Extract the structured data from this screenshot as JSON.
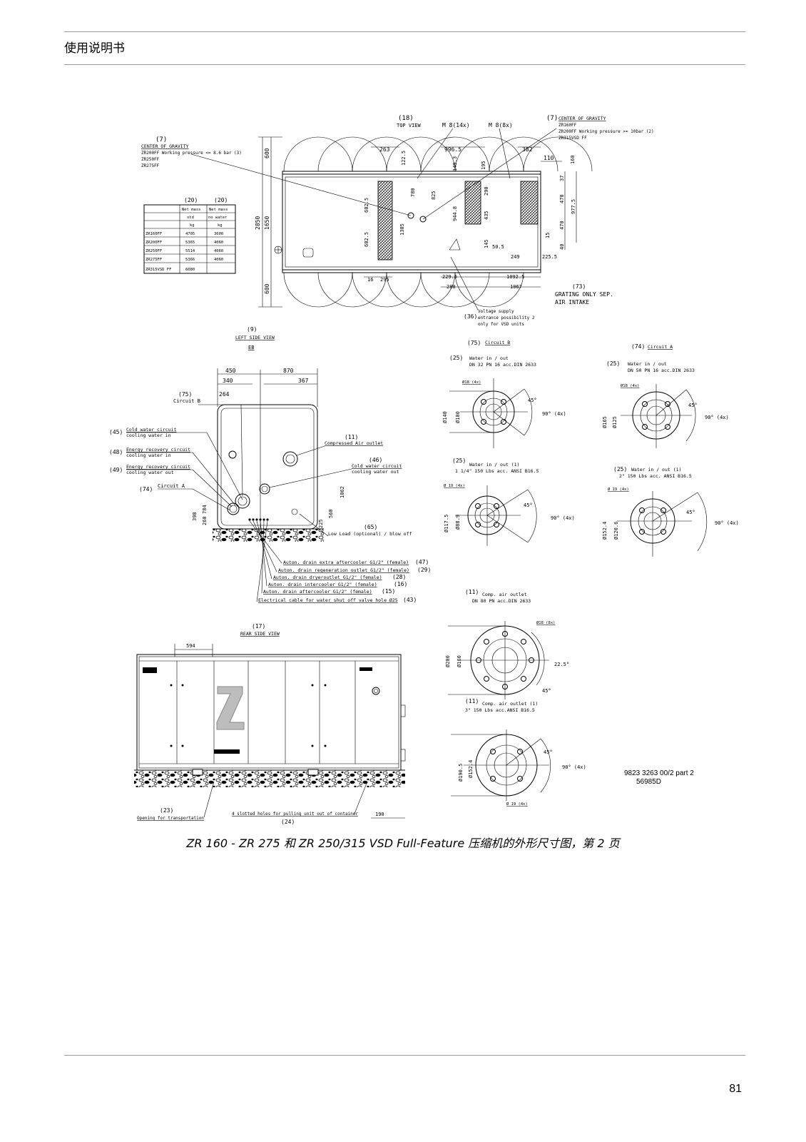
{
  "header": {
    "title": "使用说明书"
  },
  "footer": {
    "page_number": "81"
  },
  "figure": {
    "caption": "ZR 160 - ZR 275 和 ZR 250/315 VSD Full-Feature 压缩机的外形尺寸图，第 2 页",
    "doc_ref": "9823 3263 00/2 part 2",
    "doc_ref2": "56985D",
    "top_view": {
      "title_num": "(18)",
      "title": "TOP VIEW",
      "bolt_label_1": "M 8(14x)",
      "bolt_label_2": "M 8(8x)",
      "cog_left_num": "(7)",
      "cog_left_title": "CENTER OF GRAVITY",
      "cog_left_lines": [
        "ZR200FF Working pressure <= 8.6 bar (3)",
        "ZR250FF",
        "ZR275FF"
      ],
      "cog_right_num": "(7)",
      "cog_right_title": "CENTER OF GRAVITY",
      "cog_right_lines": [
        "ZR160FF",
        "ZR200FF Working pressure >= 10bar (2)",
        "ZR315VSD FF"
      ],
      "dims": {
        "d600a": "600",
        "d2850": "2850",
        "d1650": "1650",
        "d600b": "600",
        "d263": "263",
        "d122_5": "122.5",
        "d996_5": "996.5",
        "d149_3": "149.3",
        "d195": "195",
        "d382": "382",
        "d110": "110",
        "d160": "160",
        "d37": "37",
        "d470a": "470",
        "d977_5": "977.5",
        "d470b": "470",
        "d15": "15",
        "d40": "40",
        "d602_5a": "602.5",
        "d602_5b": "602.5",
        "d1305": "1305",
        "d780": "780",
        "d825": "825",
        "d944_8": "944.8",
        "d290": "290",
        "d435": "435",
        "d145": "145",
        "d50_5": "50.5",
        "d249": "249",
        "d225_5": "225.5",
        "d16": "16",
        "d295": "295",
        "d229_5": "229.5",
        "d1092_5": "1092.5",
        "d280": "280",
        "d1067": "1067"
      },
      "grating_num": "(73)",
      "grating_lines": [
        "GRATING ONLY SEP.",
        "AIR INTAKE"
      ],
      "voltage_num": "(36)",
      "voltage_lines": [
        "Voltage supply",
        "entrance possibility 2",
        "only for VSD units"
      ]
    },
    "mass_table": {
      "num_std": "(20)",
      "num_nowater": "(20)",
      "header_row1": [
        "",
        "Net mass",
        "Net mass"
      ],
      "header_row2": [
        "",
        "std",
        "no water"
      ],
      "header_row3": [
        "",
        "kg",
        "kg"
      ],
      "rows": [
        [
          "ZR160FF",
          "4705",
          "3600"
        ],
        [
          "ZR200FF",
          "5365",
          "4060"
        ],
        [
          "ZR250FF",
          "5514",
          "4060"
        ],
        [
          "ZR275FF",
          "5366",
          "4060"
        ],
        [
          "ZR315VSD FF",
          "6080",
          ""
        ]
      ]
    },
    "left_view": {
      "title_num": "(9)",
      "title": "LEFT SIDE VIEW",
      "sub": "EB",
      "dims": {
        "d450": "450",
        "d870": "870",
        "d340": "340",
        "d367": "367",
        "d264": "264",
        "d784": "784",
        "d398": "398",
        "d260": "260",
        "d560": "560",
        "d1062": "1062",
        "d225": "225"
      },
      "circuit_b_num": "(75)",
      "circuit_b": "Circuit B",
      "c45_num": "(45)",
      "c45": [
        "Cold water circuit",
        "cooling water in"
      ],
      "c48_num": "(48)",
      "c48": [
        "Energy recovery circuit",
        "cooling water in"
      ],
      "c49_num": "(49)",
      "c49": [
        "Energy recovery circuit",
        "cooling water out"
      ],
      "c74_num": "(74)",
      "c74": "Circuit A",
      "c11_num": "(11)",
      "c11": "Compressed Air outlet",
      "c46_num": "(46)",
      "c46": [
        "Cold water circuit",
        "cooling water out"
      ],
      "c65_num": "(65)",
      "c65": "Low Load (optional) / blow off",
      "drains": [
        {
          "text": "Auton. drain extra aftercooler G1/2\" (female)",
          "num": "(47)"
        },
        {
          "text": "Auton. drain regeneration outlet G1/2\" (female)",
          "num": "(29)"
        },
        {
          "text": "Auton. drain dryeroutlet G1/2\" (female)",
          "num": "(28)"
        },
        {
          "text": "Auton. drain intercooler G1/2\" (female)",
          "num": "(16)"
        },
        {
          "text": "Auton. drain aftercooler G1/2\" (female)",
          "num": "(15)"
        },
        {
          "text": "Electrical cable for water shut off valve hole Ø25",
          "num": "(43)"
        }
      ]
    },
    "rear_view": {
      "title_num": "(17)",
      "title": "REAR SIDE VIEW",
      "d594": "594",
      "d190": "190",
      "n23": "(23)",
      "t23": "Opening for transportation",
      "t24": "4 slotted holes for pulling unit out of container",
      "n24": "(24)"
    },
    "flanges": {
      "circuit_b_num": "(75)",
      "circuit_b": "Circuit B",
      "circuit_a_num": "(74)",
      "circuit_a": "Circuit A",
      "f1": {
        "num": "(25)",
        "line1": "Water in / out",
        "line2": "DN 32 PN 16 acc.DIN 2633",
        "hole": "Ø18 (4x)",
        "d_outer": "Ø140",
        "d_inner": "Ø100",
        "angle": "45°",
        "angle4": "90° (4x)"
      },
      "f2": {
        "num": "(25)",
        "line1": "Water in / out",
        "line2": "DN 50 PN 16 acc.DIN 2633",
        "hole": "Ø18 (4x)",
        "d_outer": "Ø165",
        "d_inner": "Ø125",
        "angle": "45°",
        "angle4": "90° (4x)"
      },
      "f3": {
        "num": "(25)",
        "line1": "Water in / out (1)",
        "line2": "1 1/4\" 150 Lbs acc. ANSI B16.5",
        "hole": "Ø 19 (4x)",
        "d_outer": "Ø117.5",
        "d_inner": "Ø88.9",
        "angle": "45°",
        "angle4": "90° (4x)"
      },
      "f4": {
        "num": "(25)",
        "line1": "Water in / out (1)",
        "line2": "2\" 150 Lbs acc. ANSI B16.5",
        "hole": "Ø 19 (4x)",
        "d_outer": "Ø152.4",
        "d_inner": "Ø120.6",
        "angle": "45°",
        "angle4": "90° (4x)"
      },
      "f5": {
        "num": "(11)",
        "line1": "Comp. air outlet",
        "line2": "DN 80 PN acc.DIN 2633",
        "hole": "Ø18 (8x)",
        "d_outer": "Ø200",
        "d_inner": "Ø160",
        "angle": "22.5°",
        "angle2": "45°"
      },
      "f6": {
        "num": "(11)",
        "line1": "Comp. air outlet (1)",
        "line2": "3\" 150 Lbs acc.ANSI B16.5",
        "hole": "Ø 19 (4x)",
        "d_outer": "Ø190.5",
        "d_inner": "Ø152.4",
        "angle": "45°",
        "angle4": "90° (4x)"
      }
    }
  }
}
